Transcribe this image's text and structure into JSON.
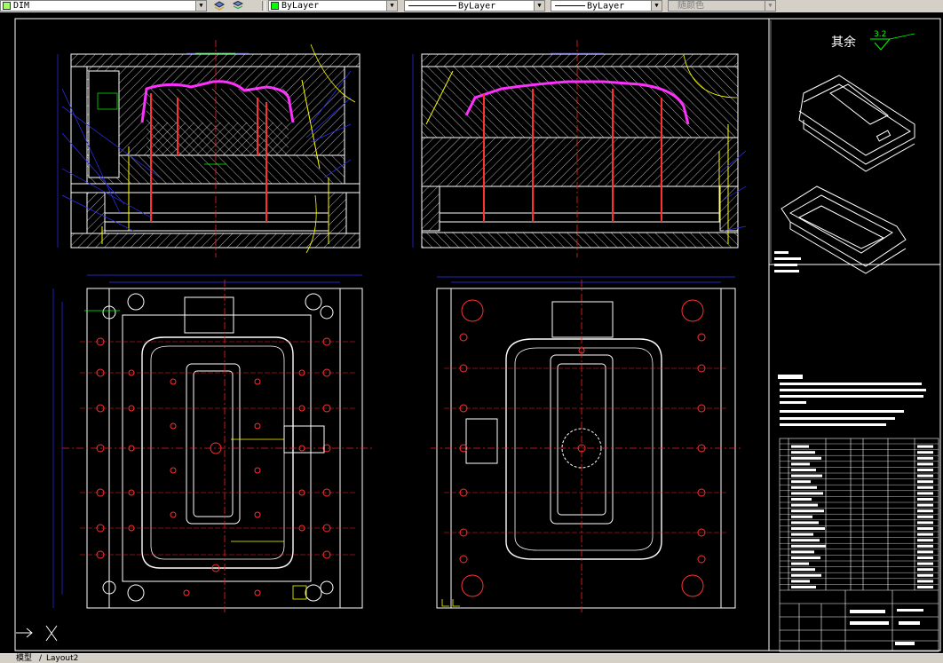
{
  "toolbar": {
    "layer_combo": "DIM",
    "color_combo": "ByLayer",
    "linetype_combo": "ByLayer",
    "lineweight_combo": "ByLayer",
    "plotstyle_combo": "随颜色"
  },
  "drawing": {
    "surface_note": "其余",
    "roughness_value": "3.2"
  },
  "status": {
    "tab_model": "模型",
    "tab_layout": "Layout2"
  },
  "colors": {
    "canvas": "#000000",
    "frame": "#ffffff",
    "section": "#ffffff",
    "centerline": "#ff2020",
    "dimension": "#3030ff",
    "cavity": "#ff30ff",
    "hole": "#ff3030",
    "leader": "#00ff00",
    "parts": "#ffff00"
  }
}
